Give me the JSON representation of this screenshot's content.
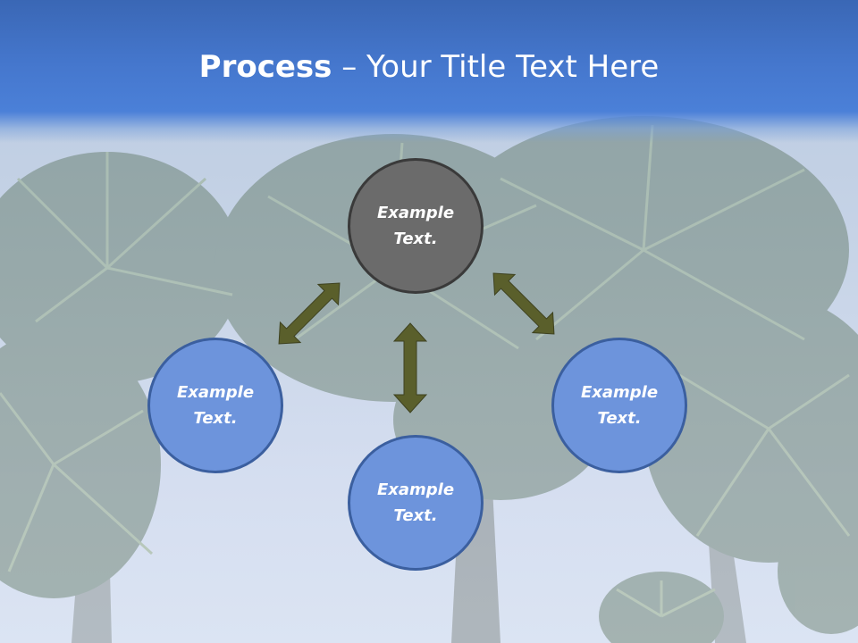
{
  "title": {
    "bold": "Process",
    "dash": "–",
    "rest": "Your Title Text Here"
  },
  "diagram": {
    "center": "Example Text.",
    "left": "Example Text.",
    "bottom": "Example Text.",
    "right": "Example Text."
  },
  "colors": {
    "header": "#4577cd",
    "center_circle": "#6b6b6b",
    "outer_circle": "#6d94dc",
    "arrow": "#5a5f2b"
  }
}
